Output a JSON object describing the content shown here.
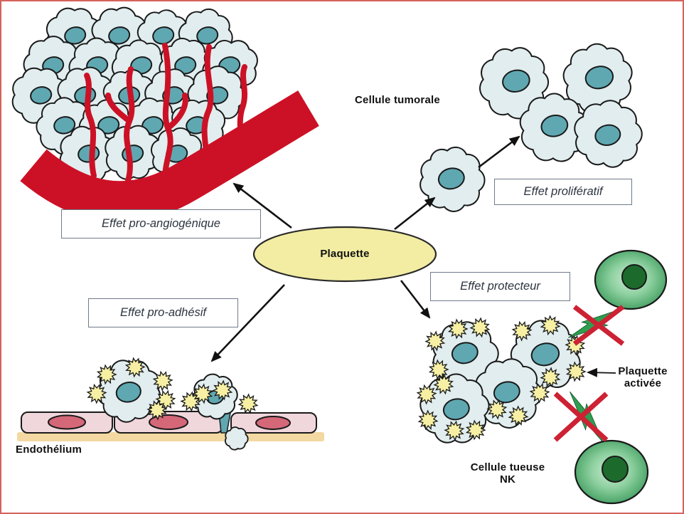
{
  "labels": {
    "cellule_tumorale": "Cellule tumorale",
    "plaquette": "Plaquette",
    "plaquette_activee_l1": "Plaquette",
    "plaquette_activee_l2": "activée",
    "endothelium": "Endothélium",
    "cellule_tueuse_l1": "Cellule tueuse",
    "cellule_tueuse_l2": "NK"
  },
  "boxes": {
    "pro_angiogenique": "Effet pro-angiogénique",
    "proliferatif": "Effet prolifératif",
    "protecteur": "Effet protecteur",
    "pro_adhesif": "Effet pro-adhésif"
  },
  "colors": {
    "frame_border": "#d4625c",
    "background": "#ffffff",
    "cell_fill": "#e1edee",
    "cell_stroke": "#1a1a1a",
    "nucleus_fill": "#5fa8b2",
    "vessel_red": "#cc1126",
    "ellipse_fill": "#f2eda3",
    "ellipse_stroke": "#2a2a2a",
    "platelet_fill": "#f7f0a4",
    "platelet_stroke": "#1a1a1a",
    "nk_outer": "#2f9351",
    "nk_mid": "#8ed0a0",
    "nk_inner": "#cdebd3",
    "nk_nucleus": "#1c6b2d",
    "bolt_green": "#2e9e4f",
    "bolt_stroke": "#0e4d22",
    "cross_red": "#cc2233",
    "endo_cell_fill": "#f0d7dc",
    "endo_nucleus": "#d46878",
    "membrane_tan": "#f3d8a2",
    "box_border": "#6f7a8a",
    "box_text": "#2c3540",
    "arrow_black": "#111111"
  }
}
